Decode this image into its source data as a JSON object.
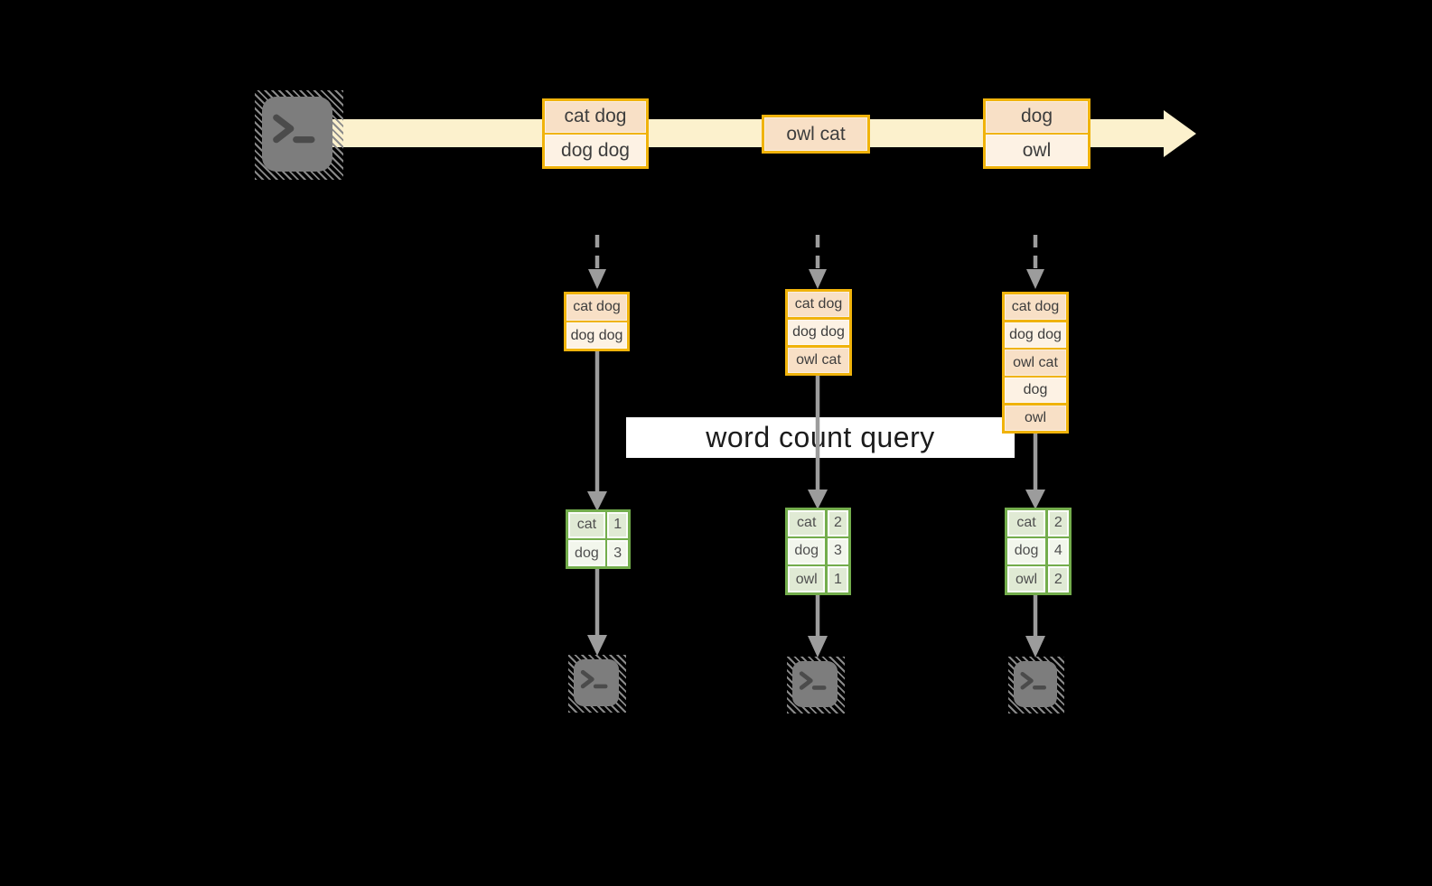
{
  "query_label": "word count query",
  "colors": {
    "background": "#000000",
    "stream_band": "#FCF1CD",
    "box_border_gold": "#F0B30B",
    "box_fill_peach": "#F8E0C6",
    "box_fill_cream": "#FDF2E4",
    "table_border_green": "#73AD4C",
    "table_cell_green": "#E0EAD4",
    "table_cell_light": "#F2F6EC",
    "arrow_gray": "#9C9C9C"
  },
  "stream": {
    "source_icon": "terminal-icon",
    "events": [
      {
        "lines": [
          "cat dog",
          "dog dog"
        ]
      },
      {
        "lines": [
          "owl cat"
        ]
      },
      {
        "lines": [
          "dog",
          "owl"
        ]
      }
    ]
  },
  "pipelines": [
    {
      "buffer": [
        "cat dog",
        "dog dog"
      ],
      "counts": [
        {
          "word": "cat",
          "n": "1"
        },
        {
          "word": "dog",
          "n": "3"
        }
      ],
      "sink_icon": "terminal-icon"
    },
    {
      "buffer": [
        "cat dog",
        "dog dog",
        "owl cat"
      ],
      "counts": [
        {
          "word": "cat",
          "n": "2"
        },
        {
          "word": "dog",
          "n": "3"
        },
        {
          "word": "owl",
          "n": "1"
        }
      ],
      "sink_icon": "terminal-icon"
    },
    {
      "buffer": [
        "cat dog",
        "dog dog",
        "owl cat",
        "dog",
        "owl"
      ],
      "counts": [
        {
          "word": "cat",
          "n": "2"
        },
        {
          "word": "dog",
          "n": "4"
        },
        {
          "word": "owl",
          "n": "2"
        }
      ],
      "sink_icon": "terminal-icon"
    }
  ]
}
